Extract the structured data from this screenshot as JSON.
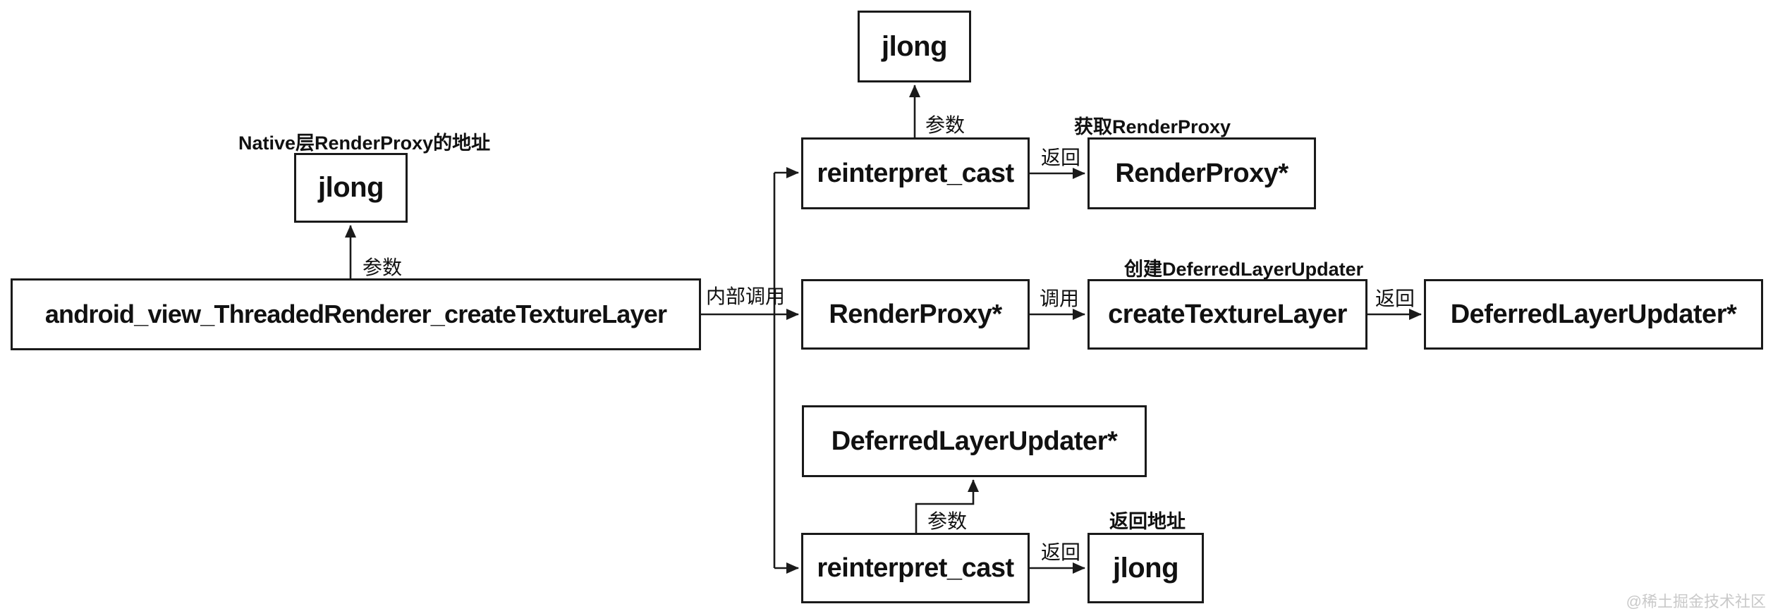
{
  "diagram": {
    "boxes": {
      "jlong_left": "jlong",
      "jlong_top": "jlong",
      "main": "android_view_ThreadedRenderer_createTextureLayer",
      "reinterpret_cast_top": "reinterpret_cast",
      "render_proxy_top": "RenderProxy*",
      "render_proxy_mid": "RenderProxy*",
      "create_texture_layer": "createTextureLayer",
      "deferred_layer_updater_right": "DeferredLayerUpdater*",
      "deferred_layer_updater_mid": "DeferredLayerUpdater*",
      "reinterpret_cast_bottom": "reinterpret_cast",
      "jlong_bottom": "jlong"
    },
    "edge_labels": {
      "param_left": "参数",
      "param_top": "参数",
      "param_bottom": "参数",
      "internal_call": "内部调用",
      "return_top": "返回",
      "call_mid": "调用",
      "return_mid": "返回",
      "return_bottom": "返回"
    },
    "annotations": {
      "native_render_proxy_address": "Native层RenderProxy的地址",
      "get_render_proxy": "获取RenderProxy",
      "create_deferred_layer_updater": "创建DeferredLayerUpdater",
      "return_address": "返回地址"
    },
    "watermark": "@稀土掘金技术社区",
    "colors": {
      "line": "#1a1a1a",
      "box_fill": "#ffffff",
      "text": "#111111",
      "watermark": "#c9c9c9"
    }
  }
}
